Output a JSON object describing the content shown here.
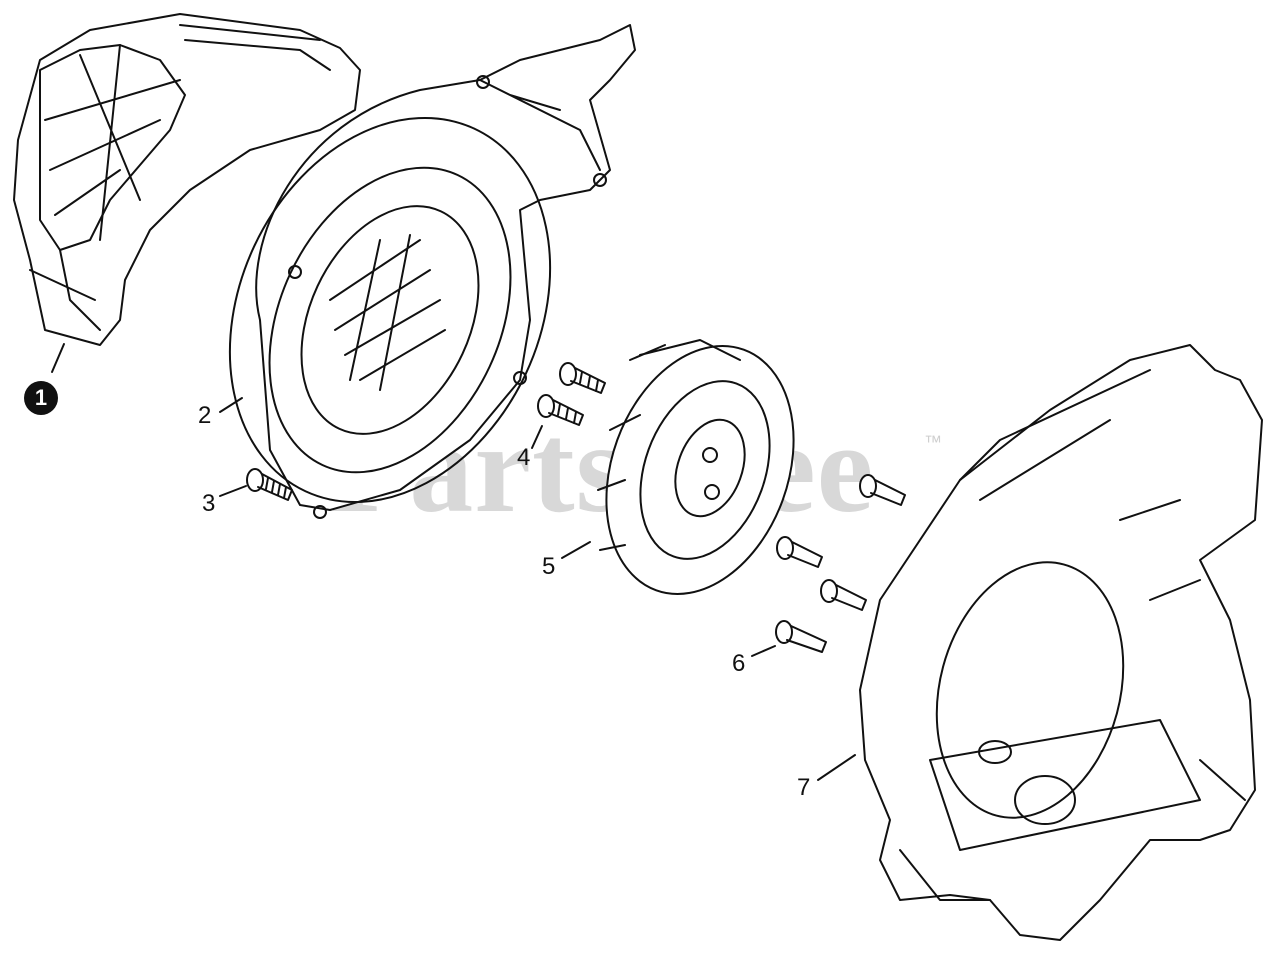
{
  "watermark": {
    "text": "PartsTree",
    "trademark": "™"
  },
  "callouts": [
    {
      "id": "1",
      "style": "badge"
    },
    {
      "id": "2",
      "style": "plain"
    },
    {
      "id": "3",
      "style": "plain"
    },
    {
      "id": "4",
      "style": "plain"
    },
    {
      "id": "5",
      "style": "plain"
    },
    {
      "id": "6",
      "style": "plain"
    },
    {
      "id": "7",
      "style": "plain"
    }
  ],
  "colors": {
    "line": "#111111",
    "watermark": "#d8d8d8",
    "background": "#ffffff"
  }
}
